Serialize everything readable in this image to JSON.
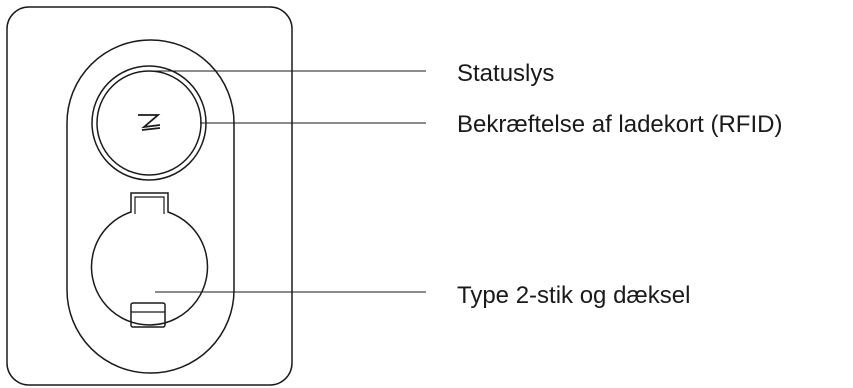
{
  "labels": {
    "status_light": "Statuslys",
    "rfid_card": "Bekræftelse af ladekort (RFID)",
    "type2_socket": "Type 2-stik og dæksel"
  },
  "colors": {
    "stroke": "#1a1a1a",
    "background": "#ffffff"
  },
  "icons": {
    "logo": "zaptec-z-logo-icon"
  }
}
